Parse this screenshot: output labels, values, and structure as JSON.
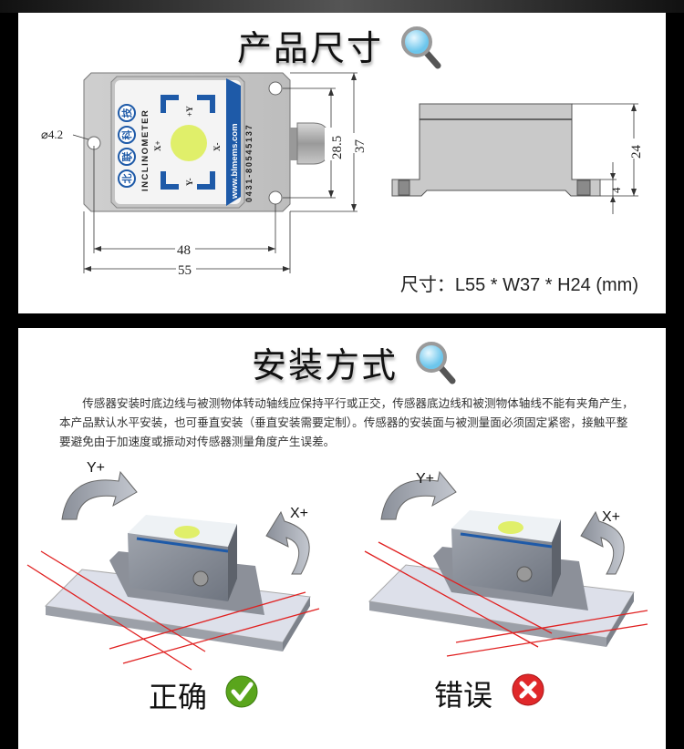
{
  "section_dimensions": {
    "title": "产品尺寸",
    "top_view": {
      "brand_chars": [
        "北",
        "联",
        "科",
        "技"
      ],
      "model": "INCLINOMETER",
      "website": "www.blmems.com",
      "phone": "0431-80545137",
      "axis_labels": {
        "x_plus": "X+",
        "x_minus": "X-",
        "y_plus": "+Y",
        "y_minus": "Y-"
      },
      "dimensions": {
        "hole_diameter": "⌀4.2",
        "hole_spacing_vertical": "28.5",
        "width": "37",
        "hole_spacing_horizontal": "48",
        "length": "55"
      }
    },
    "side_view": {
      "height": "24",
      "flange_height": "4"
    },
    "size_summary": "尺寸：L55 * W37 * H24 (mm)"
  },
  "section_installation": {
    "title": "安装方式",
    "description": "传感器安装时底边线与被测物体转动轴线应保持平行或正交，传感器底边线和被测物体轴线不能有夹角产生，本产品默认水平安装，也可垂直安装（垂直安装需要定制）。传感器的安装面与被测量面必须固定紧密，接触平整要避免由于加速度或振动对传感器测量角度产生误差。",
    "examples": [
      {
        "y_axis": "Y+",
        "x_axis": "X+",
        "verdict": "正确",
        "icon": "check-icon",
        "color": "#5aa51c"
      },
      {
        "y_axis": "Y+",
        "x_axis": "X+",
        "verdict": "错误",
        "icon": "cross-icon",
        "color": "#e0282a"
      }
    ]
  }
}
